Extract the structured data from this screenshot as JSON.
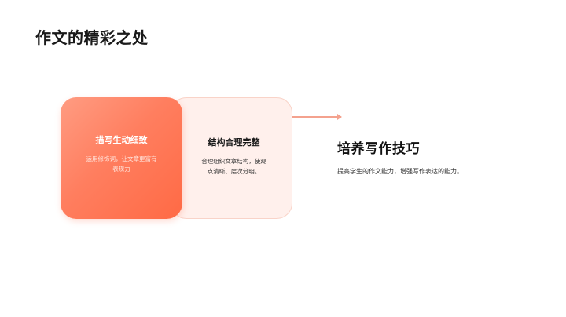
{
  "page": {
    "title": "作文的精彩之处"
  },
  "cards": [
    {
      "title": "描写生动细致",
      "description": "运用修饰词，让文章更富有表现力",
      "style": "filled",
      "gradient": [
        "#FF9C82",
        "#FF6A45"
      ]
    },
    {
      "title": "结构合理完整",
      "description": "合理组织文章结构，使观点清晰、层次分明。",
      "style": "light",
      "background": "#FFF0EC",
      "border": "#F9D3C8"
    }
  ],
  "arrow": {
    "icon": "arrow-right-icon",
    "color": "#F4A28E"
  },
  "goal": {
    "title": "培养写作技巧",
    "description": "提高学生的作文能力，增强写作表达的能力。"
  }
}
